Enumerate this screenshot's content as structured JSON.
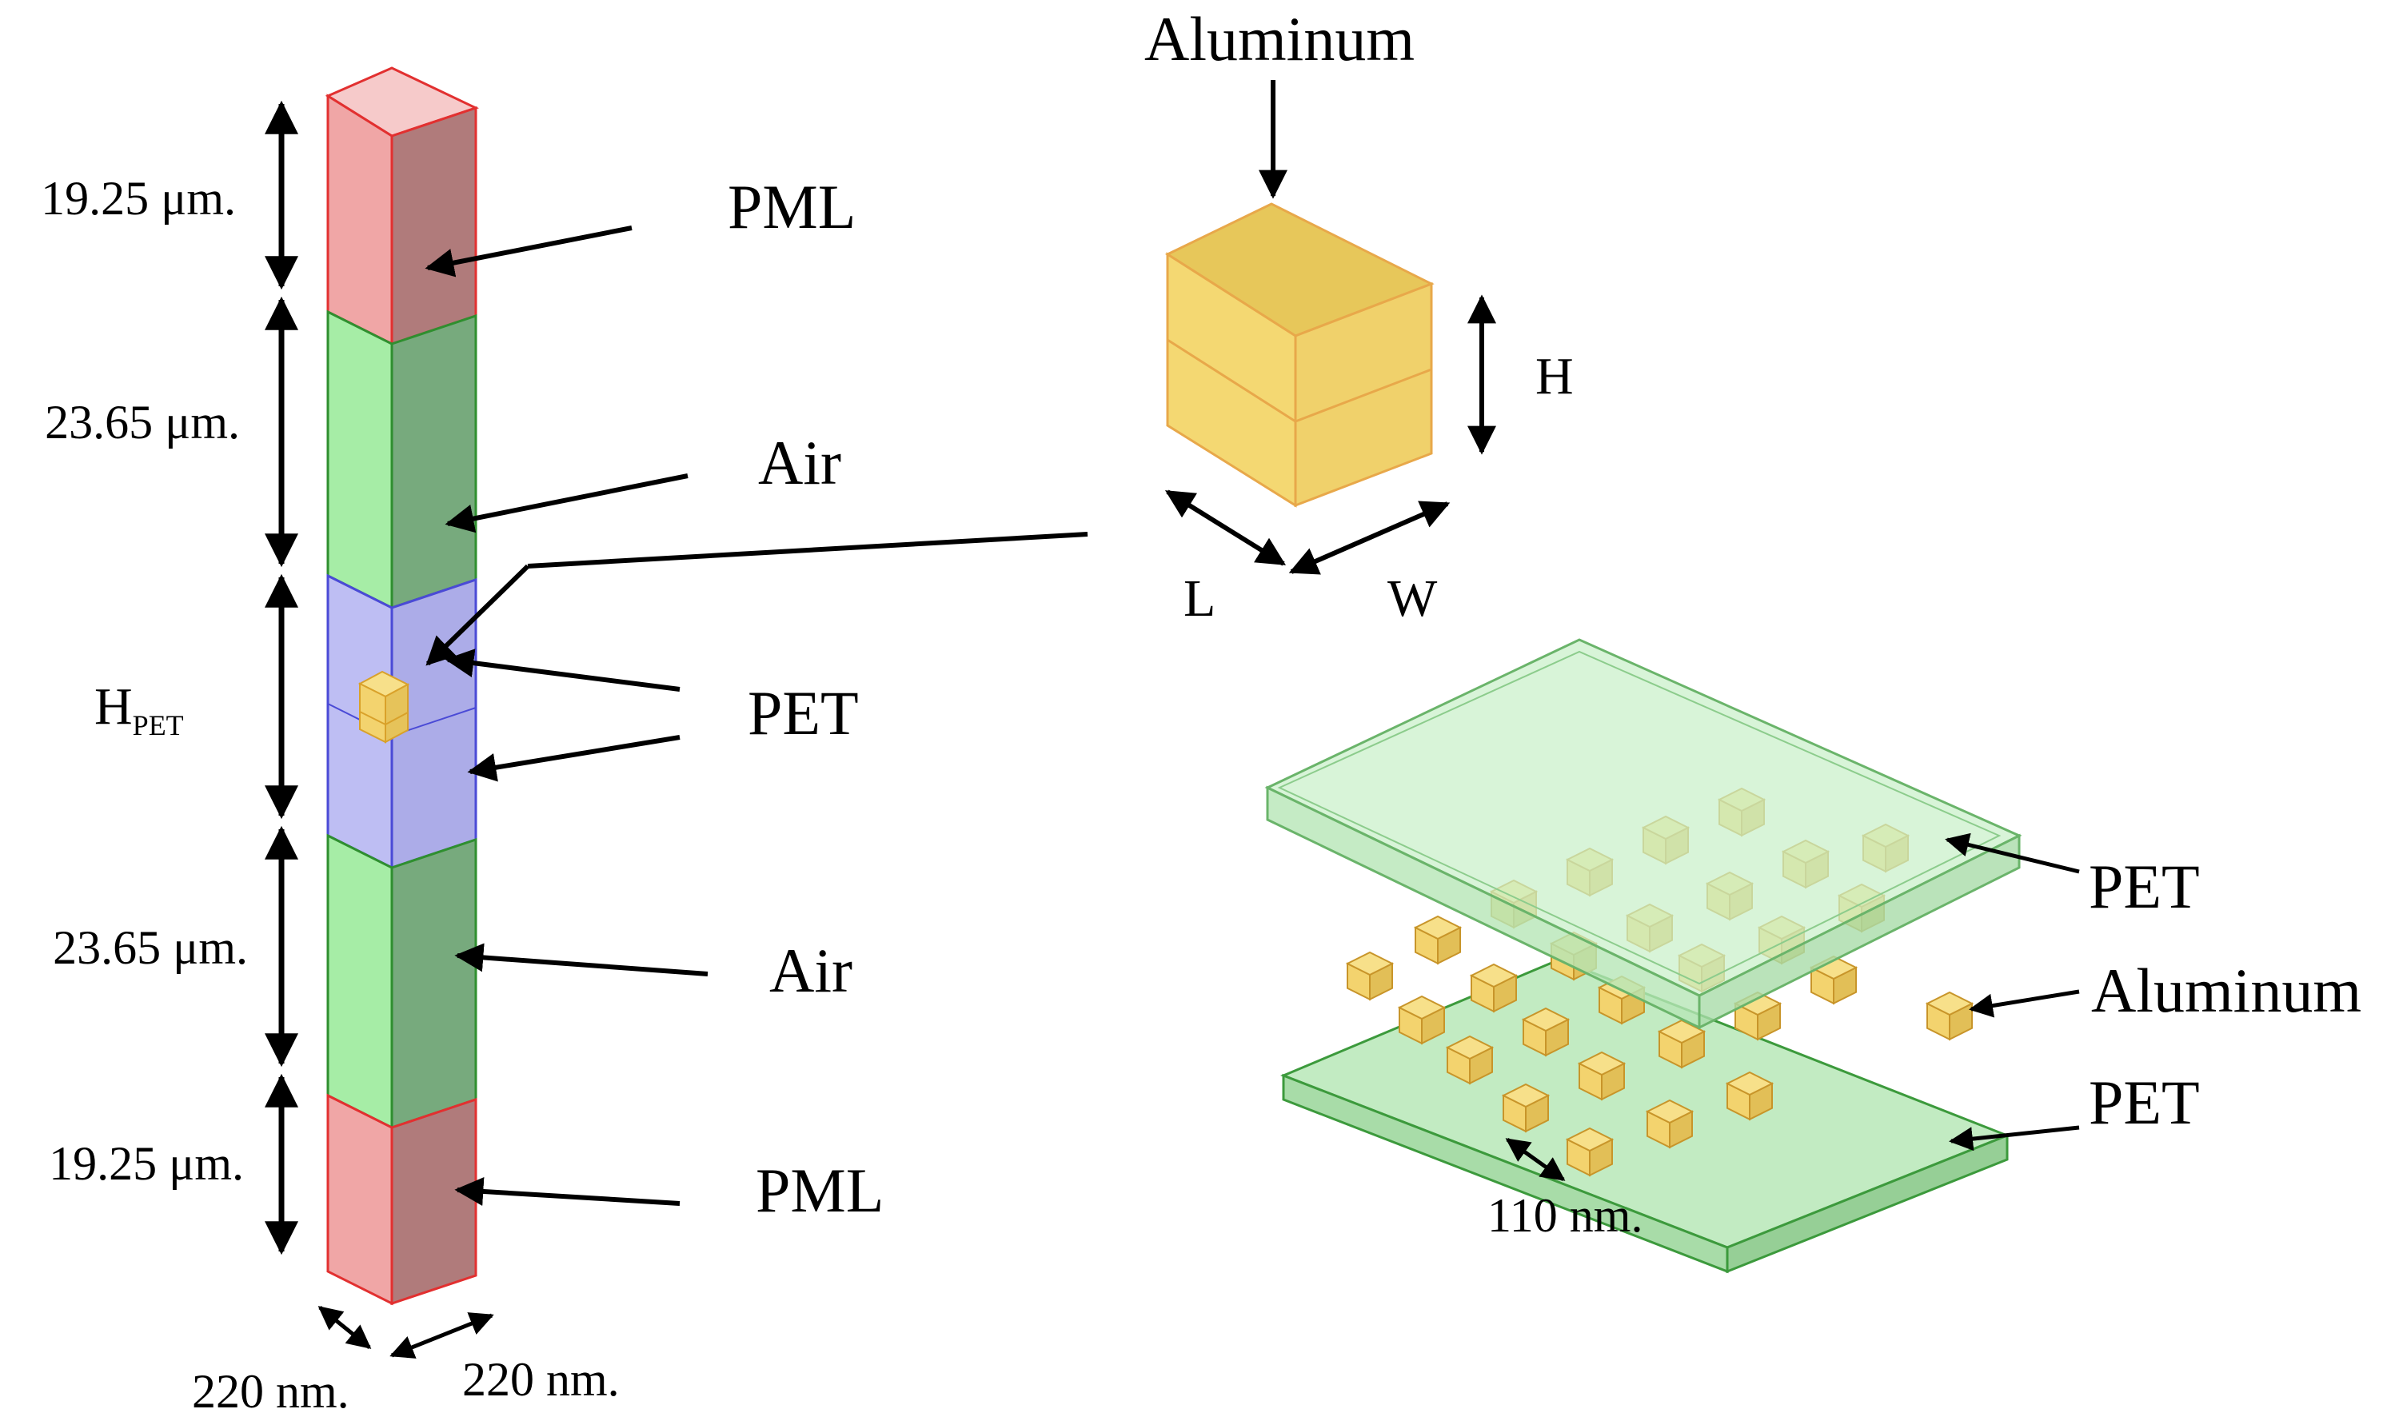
{
  "column": {
    "dimensions": {
      "pml_top": "19.25 μm.",
      "air_top": "23.65 μm.",
      "pet_height_main": "H",
      "pet_height_sub": "PET",
      "air_bottom": "23.65 μm.",
      "pml_bottom": "19.25 μm.",
      "base_left": "220 nm.",
      "base_right": "220 nm."
    },
    "layer_labels": {
      "pml_top": "PML",
      "air_top": "Air",
      "pet": "PET",
      "air_bottom": "Air",
      "pml_bottom": "PML"
    }
  },
  "unit_cell": {
    "material": "Aluminum",
    "height": "H",
    "length": "L",
    "width": "W"
  },
  "exploded_view": {
    "top_layer": "PET",
    "particles": "Aluminum",
    "bottom_layer": "PET",
    "spacing": "110 nm."
  },
  "colors": {
    "pml": "#f2a7a7",
    "air": "#a6eda6",
    "pet_cell": "#b8b8f0",
    "aluminum": "#f3d36e",
    "pet_sheet": "#c9f0c9"
  }
}
